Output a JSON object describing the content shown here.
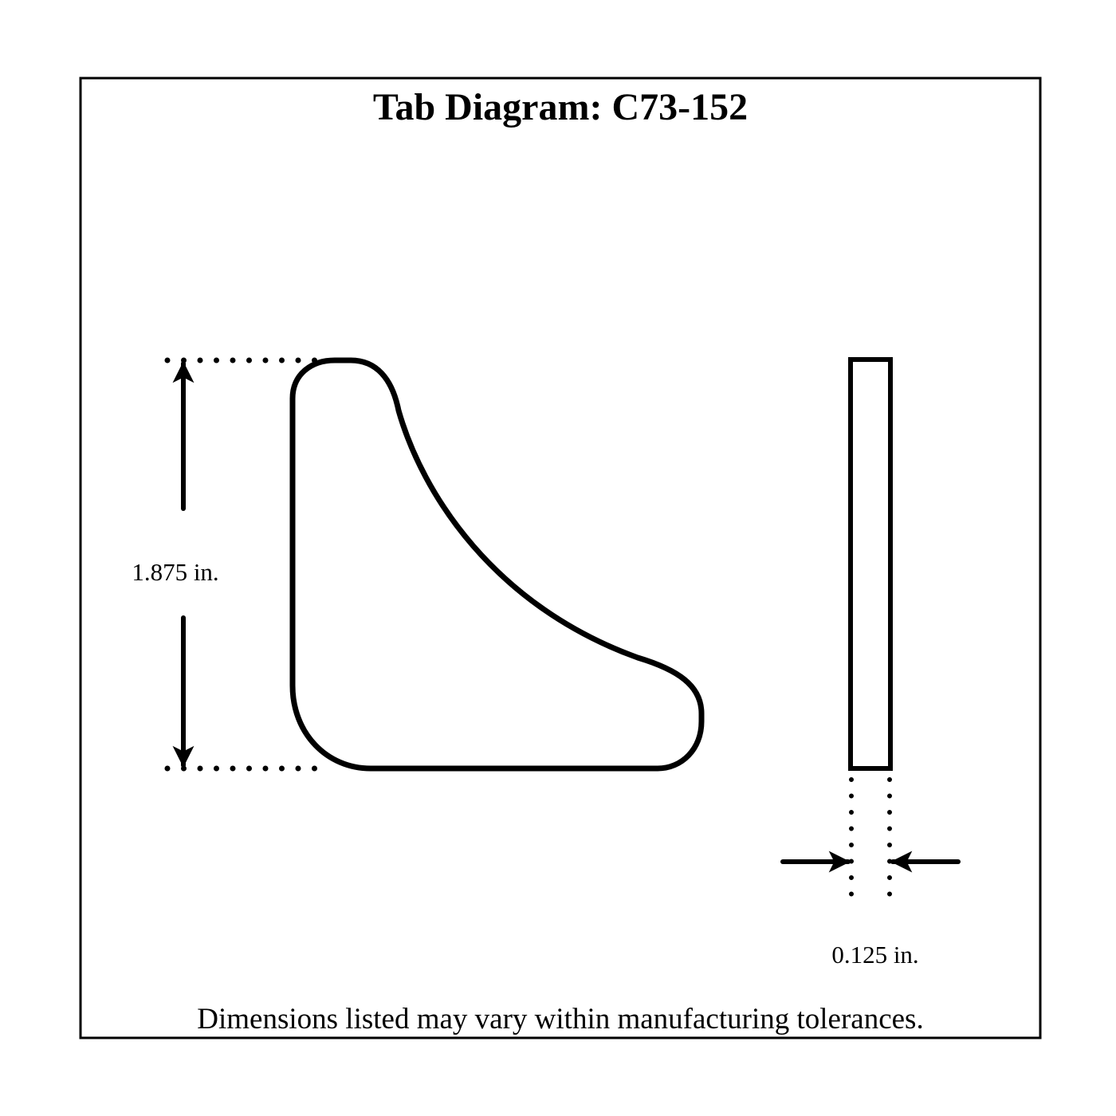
{
  "title": "Tab Diagram: C73-152",
  "dimensions": {
    "height_label": "1.875 in.",
    "thickness_label": "0.125 in."
  },
  "footer": "Dimensions listed may vary within manufacturing tolerances.",
  "colors": {
    "stroke": "#000000",
    "background": "#ffffff"
  }
}
